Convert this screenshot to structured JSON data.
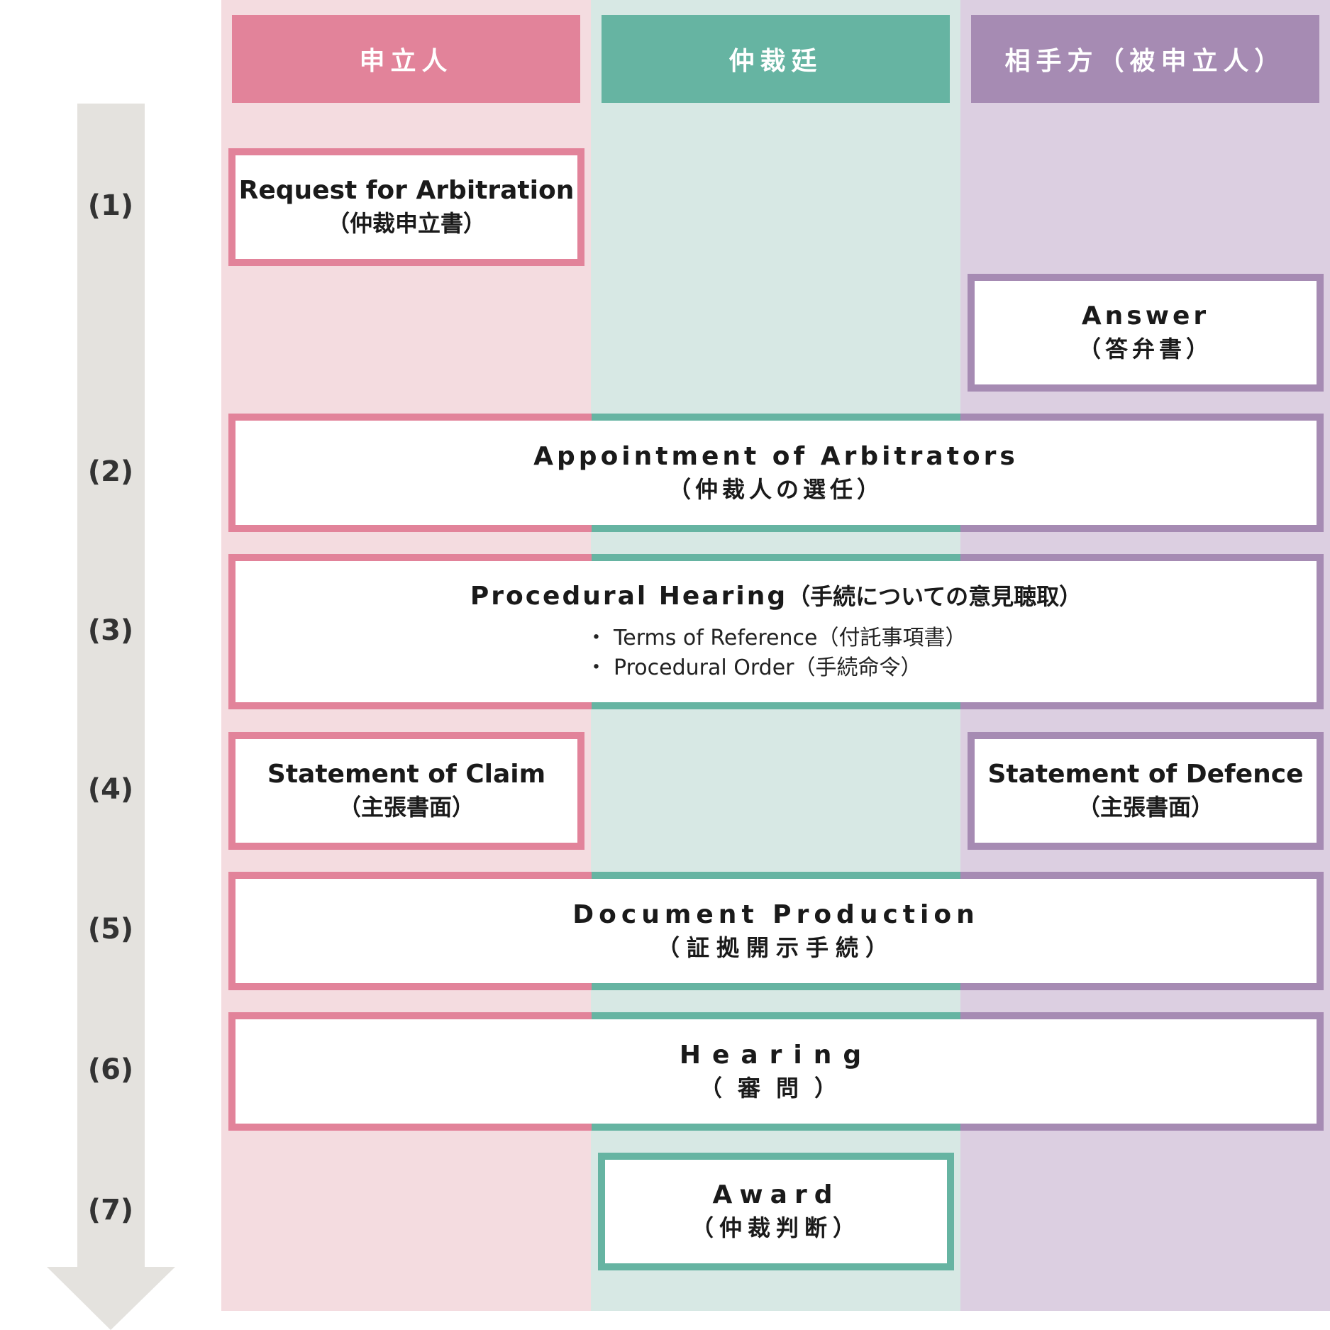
{
  "colors": {
    "claimant": "#e2839a",
    "tribunal": "#66b4a2",
    "respondent": "#a68bb3",
    "claimant_bg": "#f4dce0",
    "tribunal_bg": "#d7e8e4",
    "respondent_bg": "#dccfe1",
    "arrow": "#e4e2de"
  },
  "lanes": {
    "claimant": "申立人",
    "tribunal": "仲裁廷",
    "respondent": "相手方（被申立人）"
  },
  "steps": [
    "(1)",
    "(2)",
    "(3)",
    "(4)",
    "(5)",
    "(6)",
    "(7)"
  ],
  "boxes": {
    "request": {
      "en": "Request for Arbitration",
      "ja": "（仲裁申立書）"
    },
    "answer": {
      "en": "Answer",
      "ja": "（答弁書）"
    },
    "appointment": {
      "en": "Appointment of Arbitrators",
      "ja": "（仲裁人の選任）"
    },
    "procedural": {
      "en": "Procedural Hearing",
      "ja": "（手続についての意見聴取）",
      "items": [
        "・ Terms of Reference（付託事項書）",
        "・ Procedural Order（手続命令）"
      ]
    },
    "claim": {
      "en": "Statement of Claim",
      "ja": "（主張書面）"
    },
    "defence": {
      "en": "Statement of Defence",
      "ja": "（主張書面）"
    },
    "document": {
      "en": "Document Production",
      "ja": "（証拠開示手続）"
    },
    "hearing": {
      "en": "Hearing",
      "ja": "（審問）"
    },
    "award": {
      "en": "Award",
      "ja": "（仲裁判断）"
    }
  }
}
